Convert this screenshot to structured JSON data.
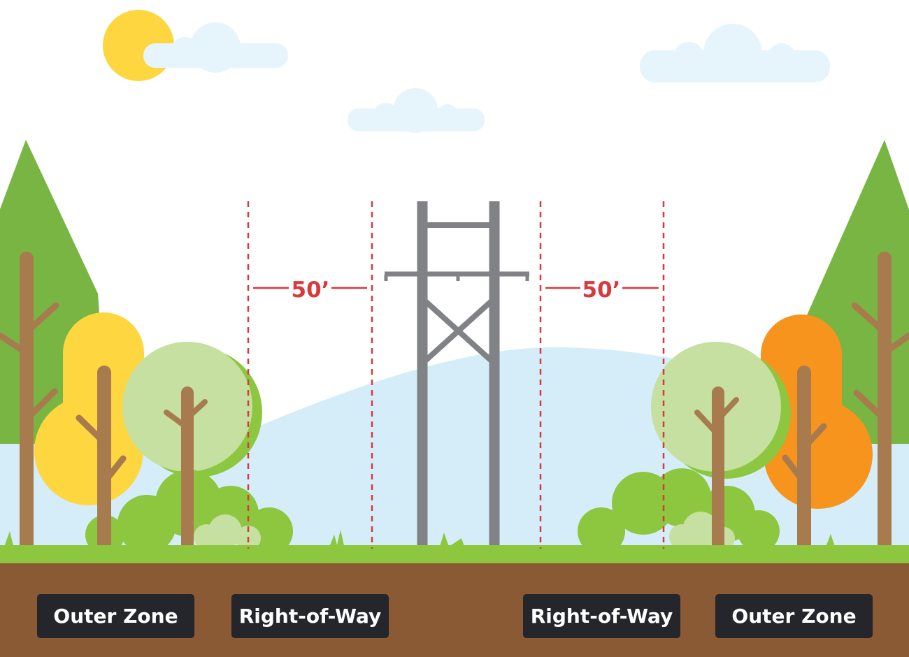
{
  "measurements": {
    "left_distance": "50’",
    "right_distance": "50’"
  },
  "zones": {
    "outer_left": "Outer Zone",
    "row_left": "Right-of-Way",
    "row_right": "Right-of-Way",
    "outer_right": "Outer Zone"
  },
  "colors": {
    "sky": "#ffffff",
    "cloud": "#e6f5fc",
    "sun": "#fdd640",
    "hill": "#d4edf9",
    "grass": "#8dc63f",
    "soil": "#8a5a35",
    "trunk": "#a87b4f",
    "pine": "#78b543",
    "tower": "#808285",
    "dashed_line": "#d7393d",
    "label_bg": "#24262c"
  }
}
